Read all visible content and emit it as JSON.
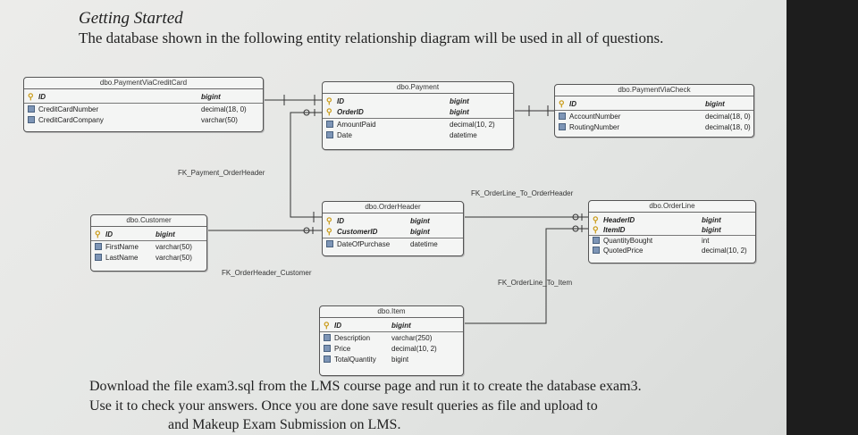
{
  "doc": {
    "heading": "Getting Started",
    "intro": "The database shown in the following entity relationship diagram will be used in all of questions.",
    "footer_line1": "Download the file exam3.sql from the LMS course page and run it to create the database exam3.",
    "footer_line2": "Use it to check your answers. Once you are done save result queries as file and upload to",
    "footer_line3": "and Makeup Exam Submission on LMS."
  },
  "tables": {
    "pvcc": {
      "name": "dbo.PaymentViaCreditCard",
      "rows": [
        {
          "col": "ID",
          "type": "bigint"
        },
        {
          "col": "CreditCardNumber",
          "type": "decimal(18, 0)"
        },
        {
          "col": "CreditCardCompany",
          "type": "varchar(50)"
        }
      ]
    },
    "payment": {
      "name": "dbo.Payment",
      "rows": [
        {
          "col": "ID",
          "type": "bigint"
        },
        {
          "col": "OrderID",
          "type": "bigint"
        },
        {
          "col": "AmountPaid",
          "type": "decimal(10, 2)"
        },
        {
          "col": "Date",
          "type": "datetime"
        }
      ]
    },
    "pvcheck": {
      "name": "dbo.PaymentViaCheck",
      "rows": [
        {
          "col": "ID",
          "type": "bigint"
        },
        {
          "col": "AccountNumber",
          "type": "decimal(18, 0)"
        },
        {
          "col": "RoutingNumber",
          "type": "decimal(18, 0)"
        }
      ]
    },
    "orderheader": {
      "name": "dbo.OrderHeader",
      "rows": [
        {
          "col": "ID",
          "type": "bigint"
        },
        {
          "col": "CustomerID",
          "type": "bigint"
        },
        {
          "col": "DateOfPurchase",
          "type": "datetime"
        }
      ]
    },
    "customer": {
      "name": "dbo.Customer",
      "rows": [
        {
          "col": "ID",
          "type": "bigint"
        },
        {
          "col": "FirstName",
          "type": "varchar(50)"
        },
        {
          "col": "LastName",
          "type": "varchar(50)"
        }
      ]
    },
    "orderline": {
      "name": "dbo.OrderLine",
      "rows": [
        {
          "col": "HeaderID",
          "type": "bigint"
        },
        {
          "col": "ItemID",
          "type": "bigint"
        },
        {
          "col": "QuantityBought",
          "type": "int"
        },
        {
          "col": "QuotedPrice",
          "type": "decimal(10, 2)"
        }
      ]
    },
    "item": {
      "name": "dbo.Item",
      "rows": [
        {
          "col": "ID",
          "type": "bigint"
        },
        {
          "col": "Description",
          "type": "varchar(250)"
        },
        {
          "col": "Price",
          "type": "decimal(10, 2)"
        },
        {
          "col": "TotalQuantity",
          "type": "bigint"
        }
      ]
    }
  },
  "relations": {
    "fk_payment_orderheader": "FK_Payment_OrderHeader",
    "fk_orderline_orderheader": "FK_OrderLine_To_OrderHeader",
    "fk_orderheader_customer": "FK_OrderHeader_Customer",
    "fk_orderline_item": "FK_OrderLine_To_Item"
  }
}
